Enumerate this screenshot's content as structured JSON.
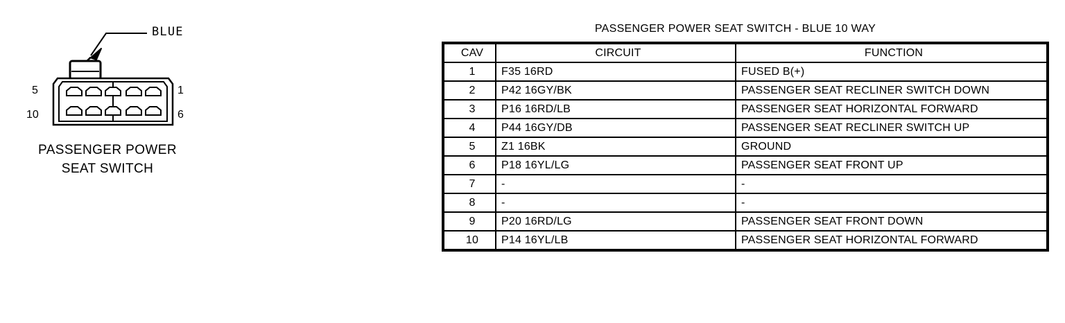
{
  "diagram": {
    "callout_label": "BLUE",
    "caption_line1": "PASSENGER POWER",
    "caption_line2": "SEAT SWITCH",
    "pin_labels": {
      "top_left": "5",
      "bottom_left": "10",
      "top_right": "1",
      "bottom_right": "6"
    },
    "cavity_count": 10,
    "line_color": "#000000"
  },
  "table": {
    "title": "PASSENGER POWER SEAT SWITCH - BLUE 10 WAY",
    "headers": {
      "cav": "CAV",
      "circuit": "CIRCUIT",
      "function": "FUNCTION"
    },
    "rows": [
      {
        "cav": "1",
        "circuit": "F35 16RD",
        "function": "FUSED B(+)"
      },
      {
        "cav": "2",
        "circuit": "P42 16GY/BK",
        "function": "PASSENGER SEAT RECLINER SWITCH DOWN"
      },
      {
        "cav": "3",
        "circuit": "P16 16RD/LB",
        "function": "PASSENGER SEAT HORIZONTAL FORWARD"
      },
      {
        "cav": "4",
        "circuit": "P44 16GY/DB",
        "function": "PASSENGER SEAT RECLINER SWITCH UP"
      },
      {
        "cav": "5",
        "circuit": "Z1 16BK",
        "function": "GROUND"
      },
      {
        "cav": "6",
        "circuit": "P18 16YL/LG",
        "function": "PASSENGER SEAT FRONT UP"
      },
      {
        "cav": "7",
        "circuit": "-",
        "function": "-"
      },
      {
        "cav": "8",
        "circuit": "-",
        "function": "-"
      },
      {
        "cav": "9",
        "circuit": "P20 16RD/LG",
        "function": "PASSENGER SEAT FRONT DOWN"
      },
      {
        "cav": "10",
        "circuit": "P14 16YL/LB",
        "function": "PASSENGER SEAT HORIZONTAL FORWARD"
      }
    ]
  }
}
